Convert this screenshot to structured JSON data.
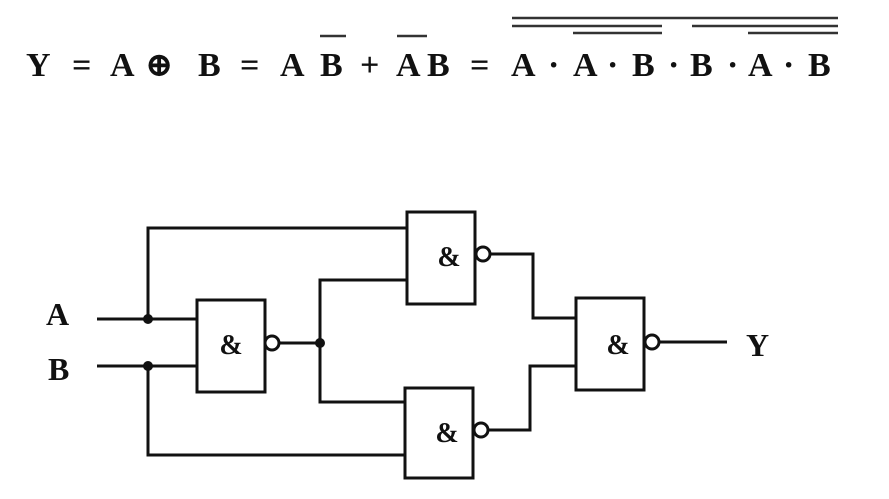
{
  "equation": {
    "tokens": [
      "Y",
      "=",
      "A",
      "⊕",
      "B",
      "=",
      "A",
      "B",
      "+",
      "A",
      "B",
      "=",
      "A",
      "·",
      "A",
      "·",
      "B",
      "·",
      "B",
      "·",
      "A",
      "·",
      "B"
    ]
  },
  "circuit": {
    "inputs": [
      "A",
      "B"
    ],
    "output": "Y",
    "gate_symbol": "&",
    "gate_type": "NAND",
    "gates": [
      {
        "id": "g1",
        "label": "&"
      },
      {
        "id": "g2",
        "label": "&"
      },
      {
        "id": "g3",
        "label": "&"
      },
      {
        "id": "g4",
        "label": "&"
      }
    ]
  }
}
